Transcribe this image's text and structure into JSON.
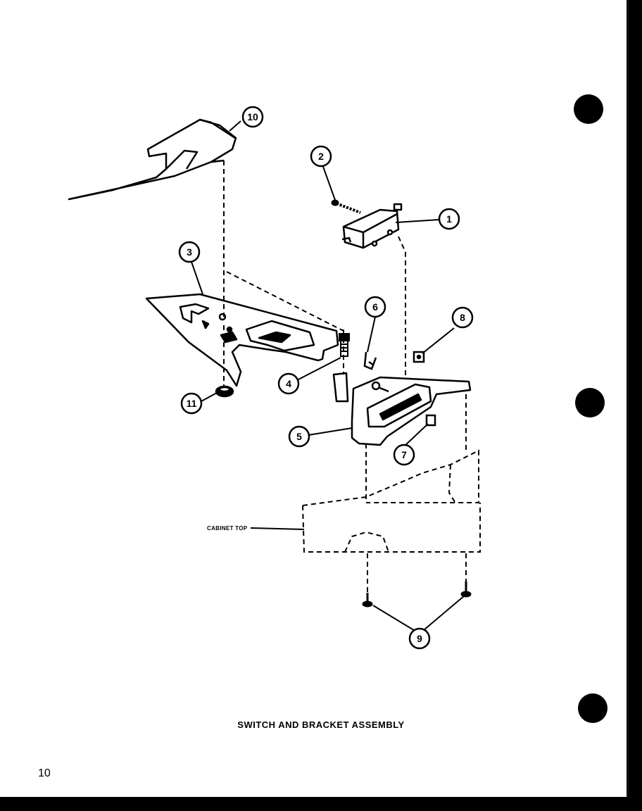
{
  "title": "SWITCH AND BRACKET ASSEMBLY",
  "page_number": "10",
  "labels": {
    "cabinet_top": "CABINET TOP"
  },
  "callouts": {
    "c1": "1",
    "c2": "2",
    "c3": "3",
    "c4": "4",
    "c5": "5",
    "c6": "6",
    "c7": "7",
    "c8": "8",
    "c9": "9",
    "c10": "10",
    "c11": "11"
  }
}
